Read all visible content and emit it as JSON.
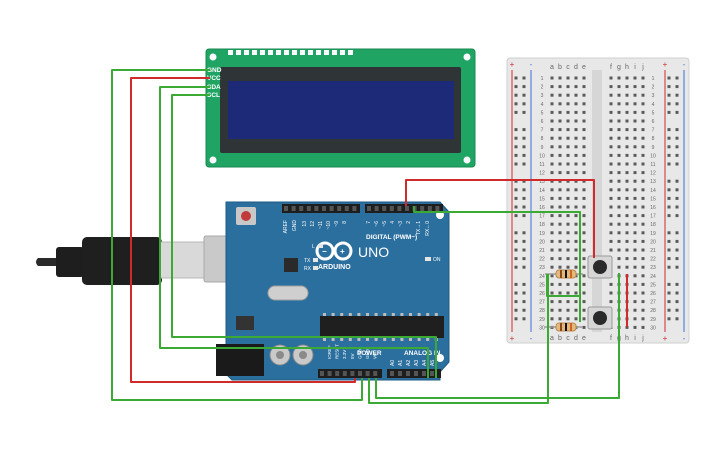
{
  "lcd": {
    "pins": [
      "GND",
      "VCC",
      "SDA",
      "SCL"
    ]
  },
  "arduino": {
    "model": "UNO",
    "brand": "ARDUINO",
    "digital_label": "DIGITAL (PWM~)",
    "analog_label": "ANALOG IN",
    "power_label": "POWER",
    "aref_label": "AREF",
    "gnd_label": "GND",
    "digital_pins": [
      "13",
      "12",
      "~11",
      "~10",
      "~9",
      "8",
      "7",
      "~6",
      "~5",
      "4",
      "~3",
      "2",
      "TX→1",
      "RX←0"
    ],
    "power_pins": [
      "IOREF",
      "RESET",
      "3.3V",
      "5V",
      "GND",
      "GND",
      "Vin"
    ],
    "analog_pins": [
      "A0",
      "A1",
      "A2",
      "A3",
      "A4",
      "A5"
    ],
    "led_labels": [
      "L",
      "TX",
      "RX"
    ],
    "on_label": "ON"
  },
  "breadboard": {
    "top_cols_left": [
      "a",
      "b",
      "c",
      "d",
      "e"
    ],
    "top_cols_right": [
      "f",
      "g",
      "h",
      "i",
      "j"
    ],
    "bottom_cols_left": [
      "a",
      "b",
      "c",
      "d",
      "e"
    ],
    "bottom_cols_right": [
      "f",
      "g",
      "h",
      "i",
      "j"
    ],
    "row_numbers": [
      "1",
      "2",
      "3",
      "4",
      "5",
      "6",
      "7",
      "8",
      "9",
      "10",
      "11",
      "12",
      "13",
      "14",
      "15",
      "16",
      "17",
      "18",
      "19",
      "20",
      "21",
      "22",
      "23",
      "24",
      "25",
      "26",
      "27",
      "28",
      "29",
      "30"
    ],
    "rail_plus": "+",
    "rail_minus": "-"
  },
  "colors": {
    "wire_red": "#d12a2a",
    "wire_green": "#3aaa35",
    "arduino_board": "#2b6f9e",
    "lcd_board": "#20a464",
    "lcd_screen": "#1d2a78",
    "breadboard": "#e9e9e9"
  }
}
